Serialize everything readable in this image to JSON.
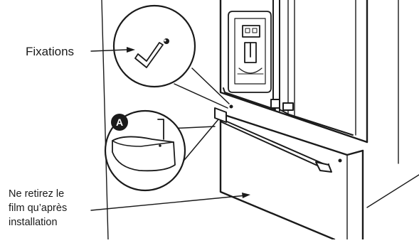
{
  "callouts": {
    "fasteners_label": "Fixations",
    "film_label_lines": [
      "Ne retirez le",
      "film qu’après",
      "installation"
    ],
    "detail_marker": "A"
  }
}
